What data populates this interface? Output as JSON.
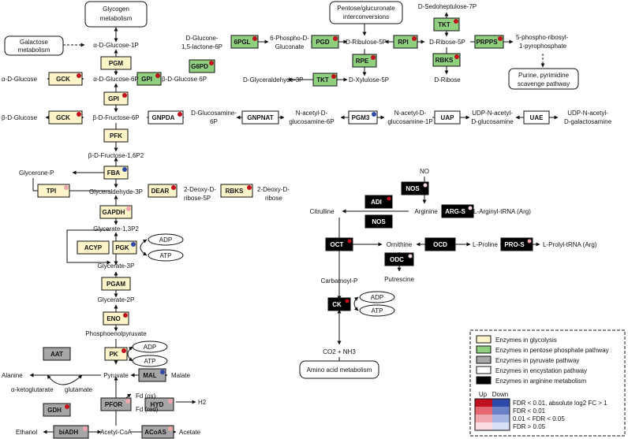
{
  "colors": {
    "glycolysis": "#fdf5c9",
    "pentose": "#8fcf7e",
    "pyruvate": "#a6a6a6",
    "encystation": "#ffffff",
    "arginine": "#000000",
    "up_strong": "#c0111e",
    "up_mid": "#e46670",
    "up_low": "#f0a7ae",
    "up_none": "#f9dde0",
    "down_strong": "#2d4aa8",
    "down_mid": "#6b82c8",
    "down_low": "#a6b5e2",
    "down_none": "#d7e0f4"
  },
  "pathways": {
    "glycogen": "Glycogen metabolism",
    "galactose": "Galactose metabolism",
    "pentose_gluc": "Pentose/glucuronate interconversions",
    "purine": "Purine, pyrimidine scavenge pathway",
    "amino": "Amino acid metabolism"
  },
  "enzymes": {
    "PGM": "PGM",
    "GCK": "GCK",
    "GPI": "GPI",
    "PFK": "PFK",
    "FBA": "FBA",
    "TPI": "TPI",
    "DEAR": "DEAR",
    "RBKS": "RBKS",
    "GAPDH": "GAPDH",
    "ACYP": "ACYP",
    "PGK": "PGK",
    "PGAM": "PGAM",
    "ENO": "ENO",
    "PK": "PK",
    "AAT": "AAT",
    "MAL": "MAL",
    "GDH": "GDH",
    "PFOR": "PFOR",
    "HYD": "HYD",
    "biADH": "biADH",
    "ACoAS": "ACoAS",
    "6PGL": "6PGL",
    "G6PD": "G6PD",
    "PGD": "PGD",
    "RPE": "RPE",
    "RPI": "RPI",
    "TKT": "TKT",
    "PRPPS": "PRPPS",
    "GNPDA": "GNPDA",
    "GNPNAT": "GNPNAT",
    "PGM3": "PGM3",
    "UAP": "UAP",
    "UAE": "UAE",
    "ADI": "ADI",
    "NOS": "NOS",
    "ARG-S": "ARG-S",
    "OCT": "OCT",
    "OCD": "OCD",
    "PRO-S": "PRO-S",
    "ODC": "ODC",
    "CK": "CK"
  },
  "metabolites": {
    "a_glc_1p": "α-D-Glucose-1P",
    "a_glc": "α-D-Glucose",
    "a_glc_6p": "α-D-Glucose-6P",
    "b_glc_6p": "β-D-Glucose 6P",
    "b_glc": "β-D-Glucose",
    "b_fru_6p": "β-D-Fructose-6P",
    "b_fru_16p2": "β-D-Fructose-1,6P2",
    "glycerone_p": "Glycerone-P",
    "ga3p": "Glyceraldehyde-3P",
    "deoxy_r5p_1": "2-Deoxy-D-",
    "deoxy_r5p_2": "ribose-5P",
    "deoxy_r_1": "2-Deoxy-D-",
    "deoxy_r_2": "ribose",
    "gly13p2": "Glycerate-1,3P2",
    "gly3p": "Glycerate-3P",
    "gly2p": "Glycerate-2P",
    "pep": "Phosphoenolpyruvate",
    "pyruvate": "Pyruvate",
    "alanine": "Alanine",
    "malate": "Malate",
    "akg": "α-ketoglutarate",
    "glutamate": "glutamate",
    "fd_ox": "Fd (ox)",
    "fd_red": "Fd (red)",
    "h2": "H2",
    "ethanol": "Ethanol",
    "acetyl_coa": "Acetyl-CoA",
    "acetate": "Acetate",
    "glc_lactone_1": "D-Glucone-",
    "glc_lactone_2": "1,5-lactone-6P",
    "pg6_1": "6-Phospho-D-",
    "pg6_2": "Gluconate",
    "ribulose_5p": "D-Ribulose-5P",
    "ribose_5p": "D-Ribose-5P",
    "sedo7p": "D-Sedoheptulose-7P",
    "prpp_1": "5-phospho-ribosyl-",
    "prpp_2": "1-pyrophosphate",
    "ga3p_2": "D-Glyceraldehyde-3P",
    "xylulose_5p": "D-Xylulose-5P",
    "d_ribose": "D-Ribose",
    "glcn6p_1": "D-Glucosamine-",
    "glcn6p_2": "6P",
    "glcnac6p_1": "N-acetyl-D-",
    "glcnac6p_2": "glucosamine-6P",
    "glcnac1p_1": "N-acetyl-D-",
    "glcnac1p_2": "glucosamine-1P",
    "udp_glcnac_1": "UDP-N-acetyl-",
    "udp_glcnac_2": "D-glucosamine",
    "udp_galnac_1": "UDP-N-acetyl-",
    "udp_galnac_2": "D-galactosamine",
    "no": "NO",
    "citrulline": "Citrulline",
    "arginine": "Arginine",
    "arg_trna": "L-Arginyl-tRNA (Arg)",
    "ornithine": "Ornithine",
    "proline": "L-Proline",
    "pro_trna": "L-Prolyl-tRNA (Arg)",
    "putrescine": "Putrescine",
    "carbamoyl_p": "Carbamoyl-P",
    "co2_nh3": "CO2 + NH3"
  },
  "cofactors": {
    "adp": "ADP",
    "atp": "ATP"
  },
  "legend": {
    "items": [
      {
        "label": "Enzymes in glycolysis",
        "color": "#fdf5c9"
      },
      {
        "label": "Enzymes in pentose phosphate pathway",
        "color": "#8fcf7e"
      },
      {
        "label": "Enzymes in pyruvate pathway",
        "color": "#a6a6a6"
      },
      {
        "label": "Enzymes in encystation pathway",
        "color": "#ffffff"
      },
      {
        "label": "Enzymes in arginine metabolism",
        "color": "#000000"
      }
    ],
    "up": "Up",
    "down": "Down",
    "fdr": [
      {
        "label": "FDR < 0.01, absolute log2 FC > 1",
        "up": "#c0111e",
        "down": "#2d4aa8"
      },
      {
        "label": "FDR < 0.01",
        "up": "#e46670",
        "down": "#6b82c8"
      },
      {
        "label": "0.01 < FDR < 0.05",
        "up": "#f0a7ae",
        "down": "#a6b5e2"
      },
      {
        "label": "FDR > 0.05",
        "up": "#f9dde0",
        "down": "#d7e0f4"
      }
    ]
  }
}
